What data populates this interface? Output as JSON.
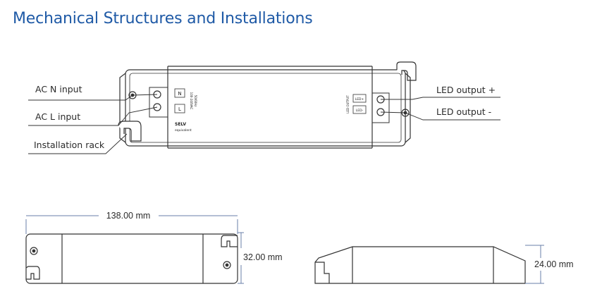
{
  "title": "Mechanical Structures and Installations",
  "labels": {
    "ac_n": "AC N input",
    "ac_l": "AC L input",
    "rack": "Installation rack",
    "led_plus": "LED output +",
    "led_minus": "LED output -"
  },
  "device_text": {
    "terminal_n": "N",
    "terminal_l": "L",
    "selv": "SELV",
    "equivalent": "equivalent",
    "led_plus_tag": "LED+",
    "led_minus_tag": "LED-",
    "ac_side_vertical_1": "100-240VAC",
    "ac_side_vertical_2": "50/60Hz",
    "led_side_vertical": "LED OUTPUT"
  },
  "dimensions": {
    "length": "138.00 mm",
    "width": "32.00 mm",
    "height": "24.00 mm"
  },
  "colors": {
    "title": "#1f5aa6",
    "line": "#333333",
    "dim_line": "#6a7fa8"
  }
}
